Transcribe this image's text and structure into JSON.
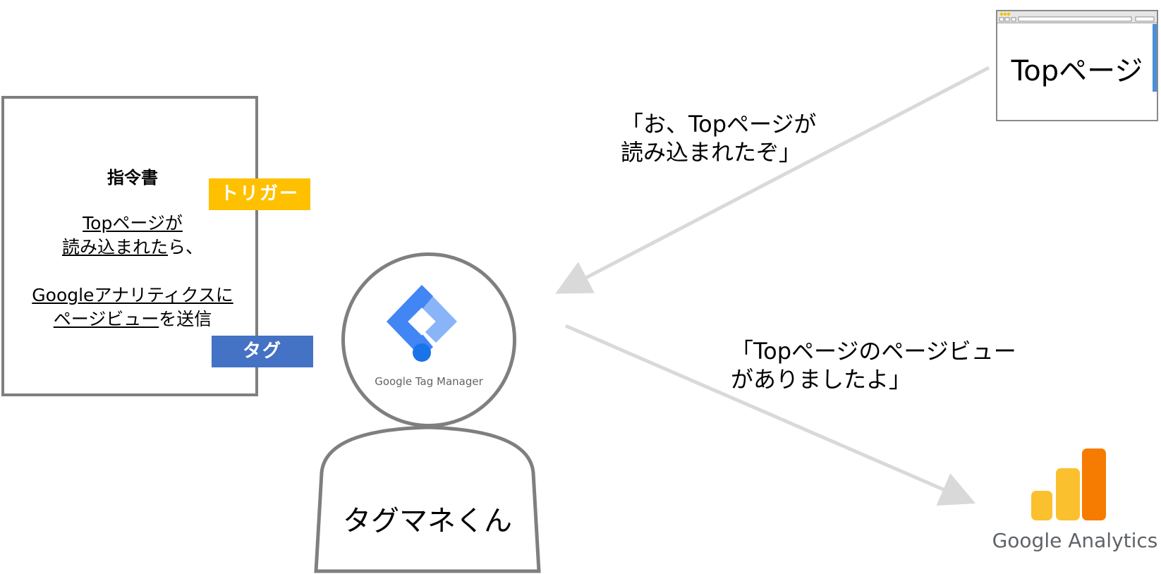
{
  "instruction": {
    "title": "指令書",
    "trigger_line1": "Topページが",
    "trigger_line2_underlined": "読み込まれた",
    "trigger_line2_rest": "ら、",
    "tag_line1": "Googleアナリティクスに",
    "tag_line2_underlined": "ページビュー",
    "tag_line2_rest": "を送信"
  },
  "badges": {
    "trigger": "トリガー",
    "tag": "タグ"
  },
  "figure": {
    "logo_caption": "Google Tag Manager",
    "name": "タグマネくん"
  },
  "speech": {
    "from_page_line1": "「お、Topページが",
    "from_page_line2": "読み込まれたぞ」",
    "to_analytics_line1": "「Topページのページビュー",
    "to_analytics_line2": "がありましたよ」"
  },
  "browser": {
    "label": "Topページ"
  },
  "analytics": {
    "caption": "Google Analytics"
  },
  "colors": {
    "trigger_badge": "#ffc000",
    "tag_badge": "#4472c4",
    "outline": "#7f7f7f",
    "arrow": "#d9d9d9",
    "gtm_blue_dark": "#4285f4",
    "gtm_blue_light": "#8ab4f8",
    "ga_orange": "#f57c00",
    "ga_yellow": "#fbc02d"
  },
  "icons": [
    "gtm-logo-icon",
    "ga-logo-icon",
    "arrow-icon"
  ]
}
